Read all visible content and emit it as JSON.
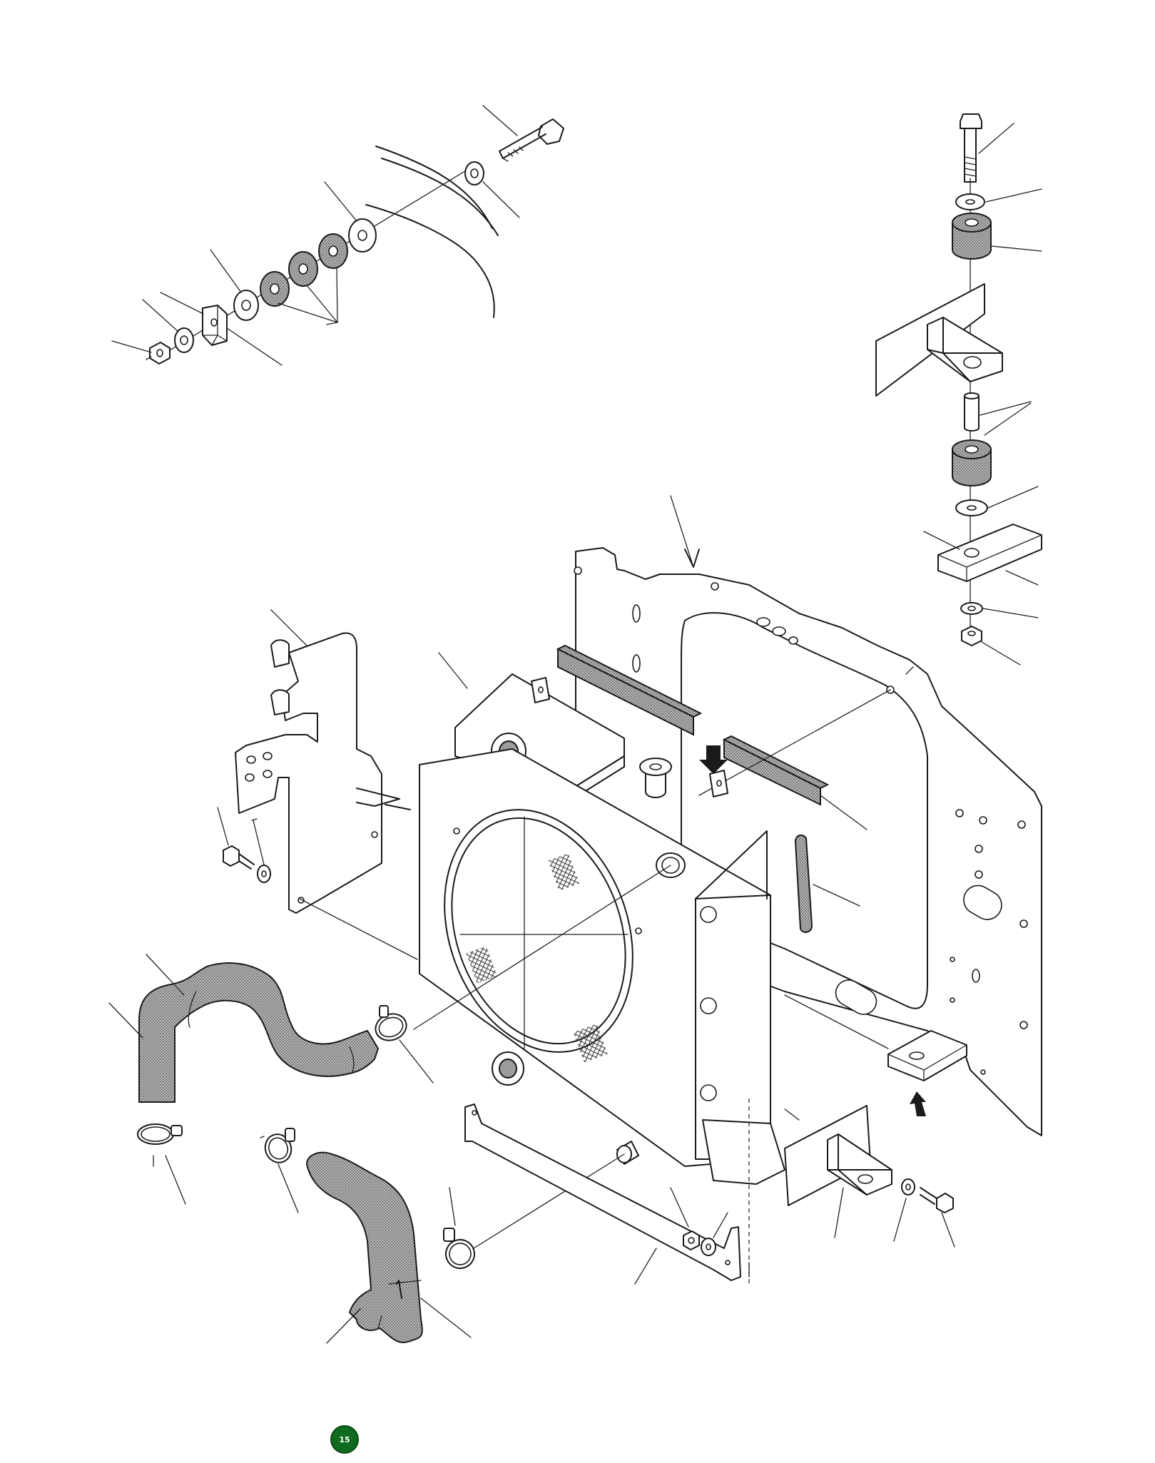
{
  "page": {
    "page_number": "15",
    "badge_color": "#0f6b1d"
  },
  "diagram": {
    "type": "exploded-parts-drawing",
    "subject_icon": "radiator-assembly",
    "components": [
      "mounting-bolt-top-left",
      "washer-stack-top-left",
      "rubber-mount-stack-top-left",
      "nut-top-left",
      "mount-bolt-top-right",
      "rubber-mount-top-right",
      "mount-bracket-top-right",
      "support-frame-plate",
      "radiator-core",
      "radiator-cap",
      "side-bracket-left",
      "upper-hose",
      "lower-hose",
      "hose-clamps",
      "bottom-support-bar",
      "bottom-right-bracket",
      "seal-strip",
      "rubber-seal-vertical"
    ]
  }
}
